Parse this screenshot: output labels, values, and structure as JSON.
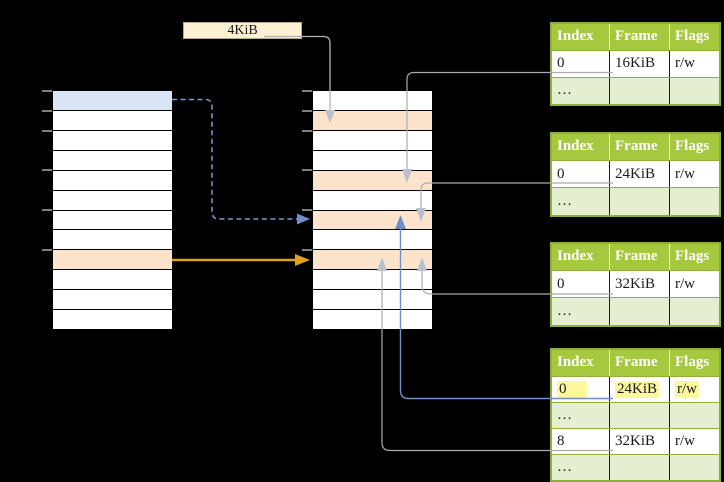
{
  "page_size_label": "4KiB",
  "memory_columns": {
    "left": [
      "blue",
      "white",
      "white",
      "white",
      "white",
      "white",
      "white",
      "white",
      "peach",
      "white",
      "white",
      "white"
    ],
    "middle": [
      "white",
      "peach",
      "white",
      "white",
      "peach",
      "white",
      "peach",
      "white",
      "peach",
      "white",
      "white",
      "white"
    ]
  },
  "frame_tables": [
    {
      "headers": [
        "Index",
        "Frame",
        "Flags"
      ],
      "rows": [
        {
          "cells": [
            "0",
            "16KiB",
            "r/w"
          ]
        },
        {
          "cells": [
            "…",
            "",
            ""
          ],
          "shaded": true
        }
      ]
    },
    {
      "headers": [
        "Index",
        "Frame",
        "Flags"
      ],
      "rows": [
        {
          "cells": [
            "0",
            "24KiB",
            "r/w"
          ]
        },
        {
          "cells": [
            "…",
            "",
            ""
          ],
          "shaded": true
        }
      ]
    },
    {
      "headers": [
        "Index",
        "Frame",
        "Flags"
      ],
      "rows": [
        {
          "cells": [
            "0",
            "32KiB",
            "r/w"
          ]
        },
        {
          "cells": [
            "…",
            "",
            ""
          ],
          "shaded": true
        }
      ]
    },
    {
      "headers": [
        "Index",
        "Frame",
        "Flags"
      ],
      "rows": [
        {
          "cells": [
            "0",
            "24KiB",
            "r/w"
          ],
          "highlight": true
        },
        {
          "cells": [
            "…",
            "",
            ""
          ],
          "shaded": true
        },
        {
          "cells": [
            "8",
            "32KiB",
            "r/w"
          ]
        },
        {
          "cells": [
            "…",
            "",
            ""
          ],
          "shaded": true
        }
      ]
    }
  ],
  "colors": {
    "background": "#000000",
    "row_blue": "#d9e4f4",
    "row_peach": "#fce4cc",
    "label_cream": "#fdf1d3",
    "table_header_green": "#a6c83f",
    "table_border_green": "#8fae3c",
    "table_row_light_green": "#e5eecf",
    "highlight_yellow": "#fdf79e",
    "arrow_gray": "#ababab",
    "arrowhead_gray": "#b9c0d0",
    "arrow_blue": "#6f90c4",
    "arrow_dashed_blue": "#7d9bd2",
    "arrow_orange": "#dfa21b"
  }
}
